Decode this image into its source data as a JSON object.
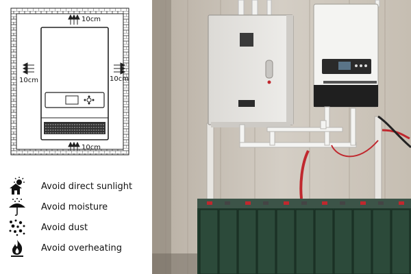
{
  "clearance_diagram": {
    "top_label": "10cm",
    "left_label": "10cm",
    "right_label": "10cm",
    "bottom_label": "10cm"
  },
  "precautions": [
    {
      "icon": "sun-icon",
      "label": "Avoid direct sunlight"
    },
    {
      "icon": "umbrella-rain-icon",
      "label": "Avoid moisture"
    },
    {
      "icon": "dust-icon",
      "label": "Avoid dust"
    },
    {
      "icon": "fire-icon",
      "label": "Avoid overheating"
    }
  ],
  "colors": {
    "diagram_line": "#222222",
    "photo_wall": "#c9c2b6",
    "battery_green": "#2c4a3a",
    "cable_red": "#c0282e"
  }
}
